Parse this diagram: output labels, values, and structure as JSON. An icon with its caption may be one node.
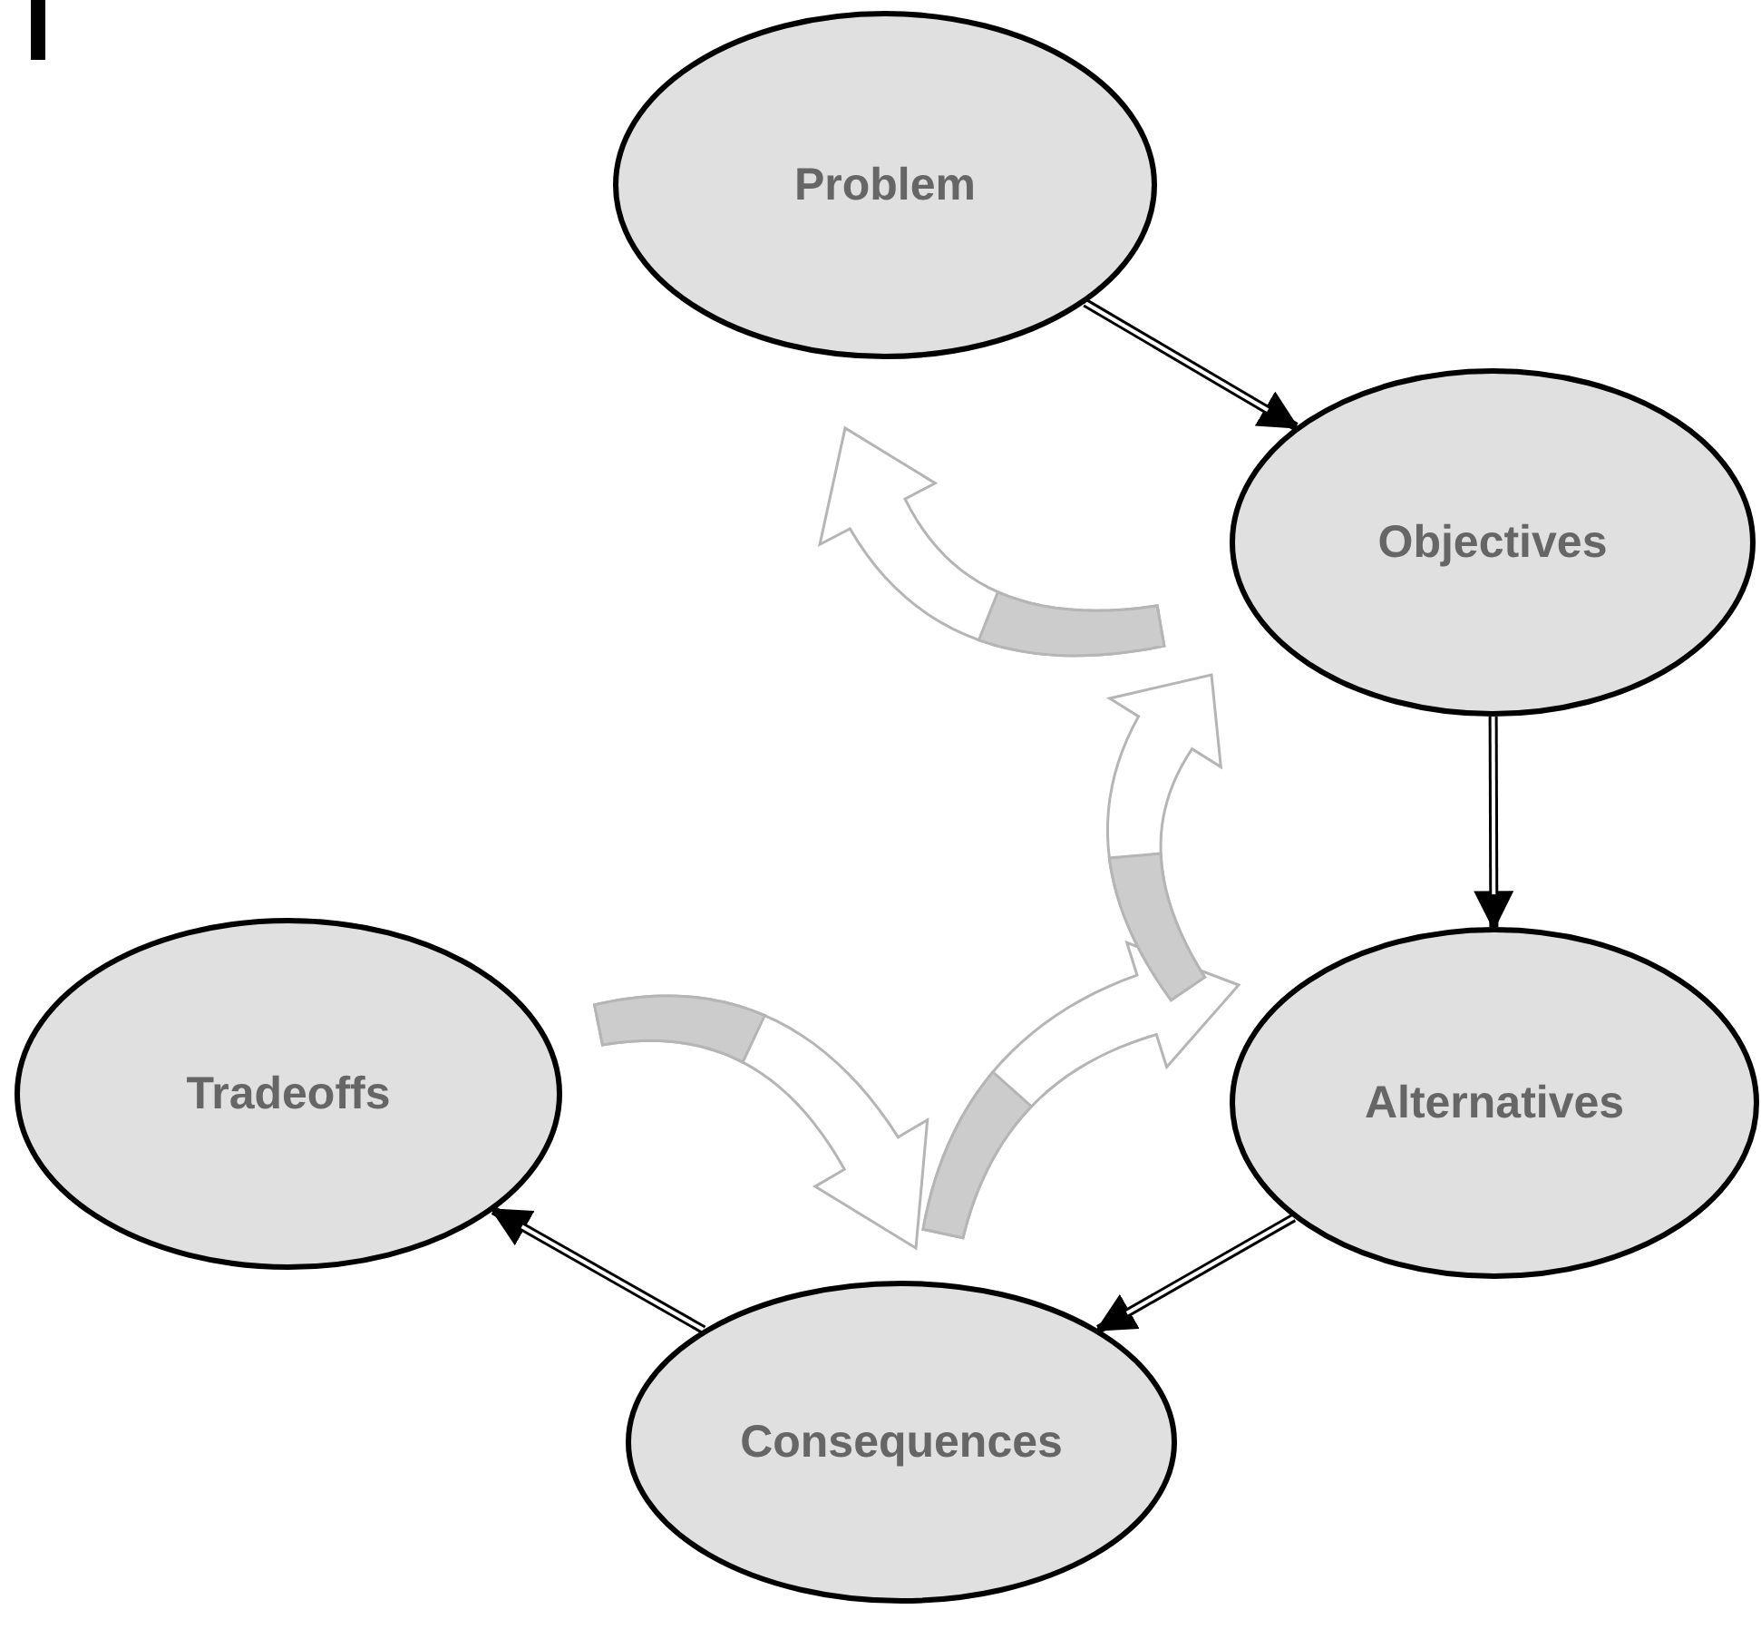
{
  "diagram": {
    "nodes": [
      {
        "text": [
          "Problem"
        ]
      },
      {
        "text": [
          "Objectives"
        ]
      },
      {
        "text": [
          "Alternatives"
        ]
      },
      {
        "text": [
          "Consequences"
        ]
      },
      {
        "text": [
          "Tradeoffs"
        ]
      }
    ],
    "edges": [
      {
        "from": 0,
        "to": 1,
        "arrow": "to"
      },
      {
        "from": 1,
        "to": 2,
        "arrow": "to"
      },
      {
        "from": 2,
        "to": 3,
        "arrow": "to"
      },
      {
        "from": 3,
        "to": 4,
        "arrow": "to"
      }
    ]
  }
}
